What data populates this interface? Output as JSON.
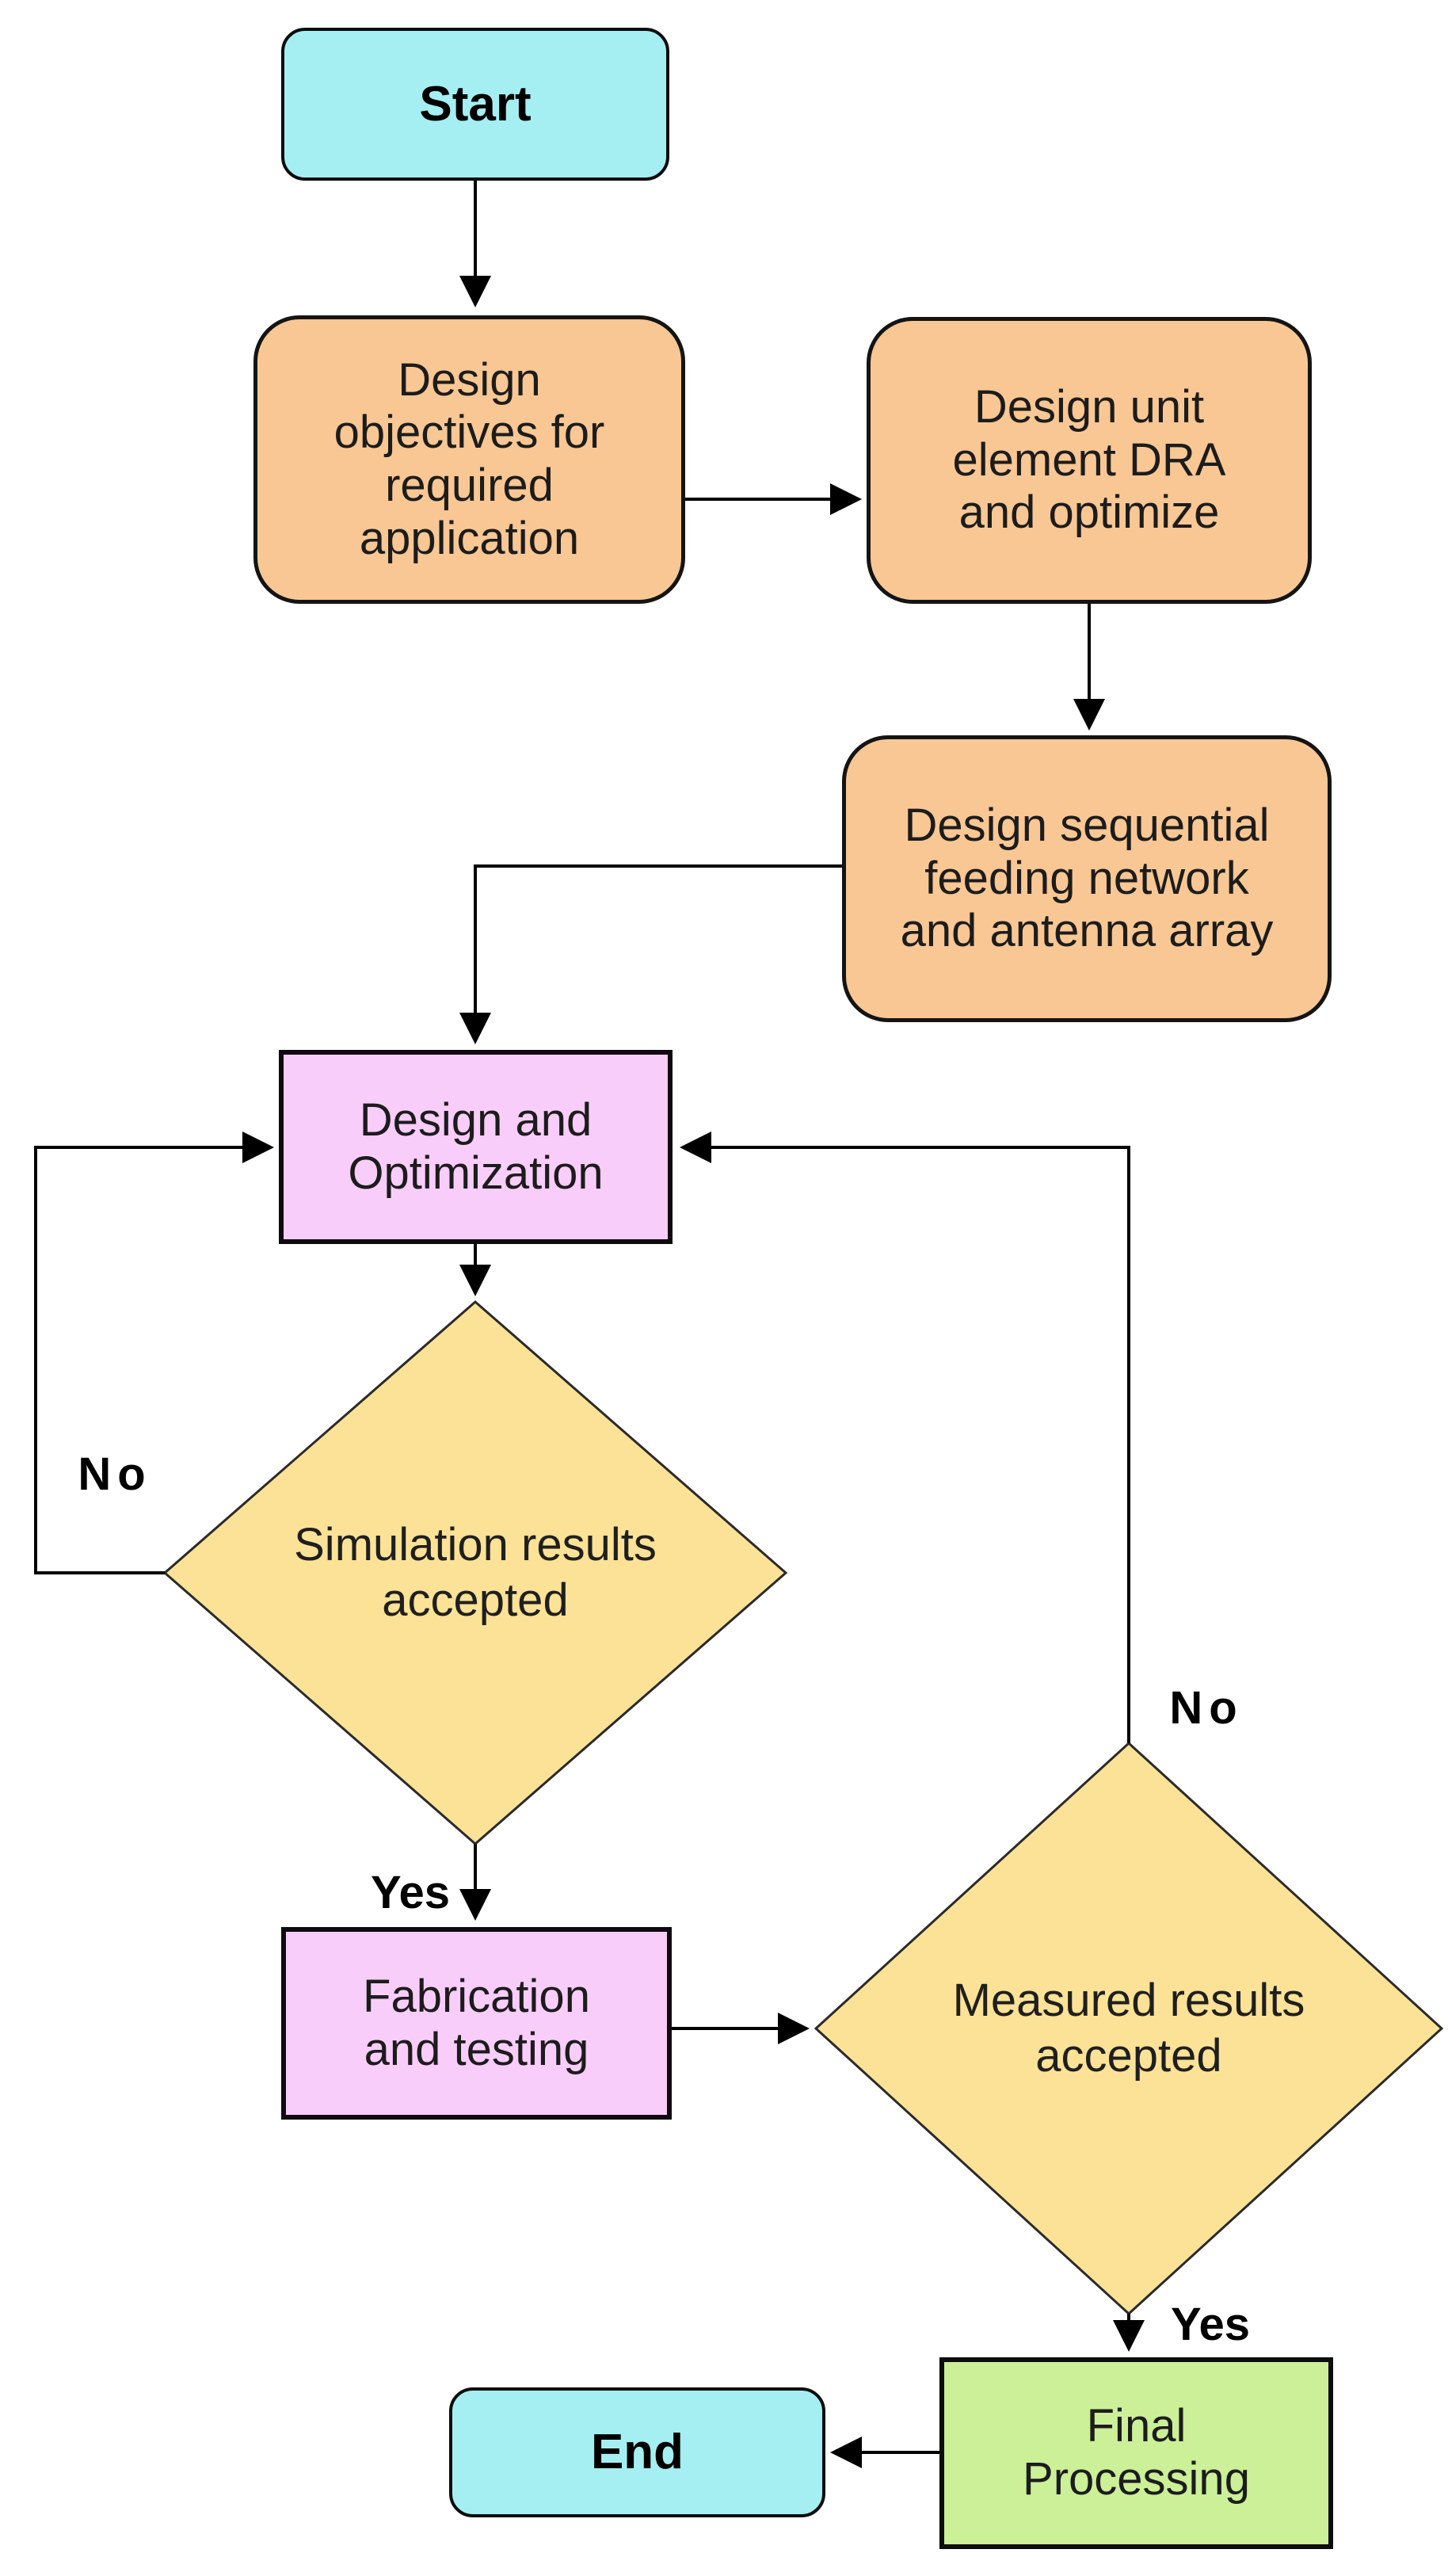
{
  "colors": {
    "terminal_fill": "#a5eff2",
    "process_fill": "#f8c794",
    "loop_fill": "#f9cdf9",
    "decision_fill": "#fce296",
    "final_fill": "#cbf098",
    "line": "#000000"
  },
  "nodes": {
    "start": {
      "label": "Start"
    },
    "objectives": {
      "label": "Design\nobjectives for\nrequired\napplication"
    },
    "unit_element": {
      "label": "Design unit\nelement DRA\nand optimize"
    },
    "feeding_network": {
      "label": "Design sequential\nfeeding network\nand antenna array"
    },
    "design_optimization": {
      "label": "Design and\nOptimization"
    },
    "simulation_decision": {
      "label": "Simulation results\naccepted"
    },
    "fabrication": {
      "label": "Fabrication\nand testing"
    },
    "measured_decision": {
      "label": "Measured results\naccepted"
    },
    "final_processing": {
      "label": "Final\nProcessing"
    },
    "end": {
      "label": "End"
    }
  },
  "edge_labels": {
    "sim_no": "No",
    "sim_yes": "Yes",
    "meas_no": "No",
    "meas_yes": "Yes"
  }
}
